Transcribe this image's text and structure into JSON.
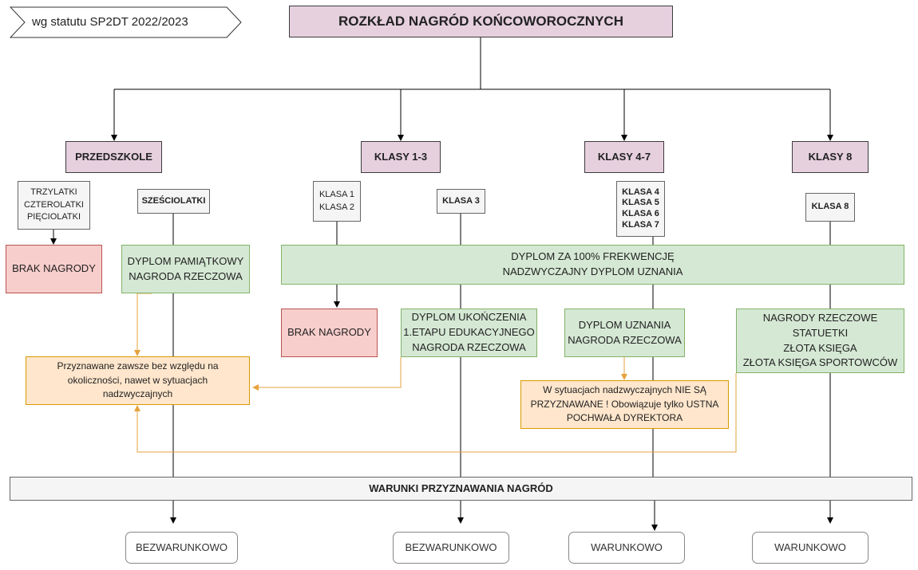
{
  "header": {
    "statute_label": "wg statutu SP2DT 2022/2023",
    "title": "ROZKŁAD NAGRÓD KOŃCOWOROCZNYCH"
  },
  "categories": {
    "preschool": "PRZEDSZKOLE",
    "grades_1_3": "KLASY 1-3",
    "grades_4_7": "KLASY 4-7",
    "grade_8": "KLASY 8"
  },
  "subgroups": {
    "young_preschool": "TRZYLATKI\nCZTEROLATKI\nPIĘCIOLATKI",
    "six_year_olds": "SZEŚCIOLATKI",
    "class_1_2": "KLASA 1\nKLASA 2",
    "class_3": "KLASA 3",
    "class_4_7": "KLASA 4\nKLASA 5\nKLASA 6\nKLASA 7",
    "class_8": "KLASA 8"
  },
  "awards": {
    "no_award_preschool": "BRAK NAGRODY",
    "souvenir": "DYPLOM PAMIĄTKOWY\nNAGRODA RZECZOWA",
    "attendance": "DYPLOM ZA 100% FREKWENCJĘ\nNADZWYCZAJNY DYPLOM UZNANIA",
    "no_award_1_2": "BRAK NAGRODY",
    "completion": "DYPLOM UKOŃCZENIA\n1.ETAPU EDUKACYJNEGO\nNAGRODA RZECZOWA",
    "recognition": "DYPLOM UZNANIA\nNAGRODA RZECZOWA",
    "grade8": "NAGRODY RZECZOWE\nSTATUETKI\nZŁOTA KSIĘGA\nZŁOTA KSIĘGA SPORTOWCÓW"
  },
  "notes": {
    "always": "Przyznawane zawsze bez względu na okoliczności, nawet w sytuacjach nadzwyczajnych",
    "not_awarded": "W sytuacjach nadzwyczajnych NIE SĄ PRZYZNAWANE ! Obowiązuje tylko USTNA POCHWAŁA DYREKTORA"
  },
  "conditions_bar": "WARUNKI PRZYZNAWANIA NAGRÓD",
  "outcomes": {
    "preschool": "BEZWARUNKOWO",
    "grades_1_3": "BEZWARUNKOWO",
    "grades_4_7": "WARUNKOWO",
    "grade_8": "WARUNKOWO"
  },
  "colors": {
    "purple": "#e6d0de",
    "green": "#d5e8d4",
    "red": "#f8cecc",
    "orange": "#ffe6cc",
    "orange_line": "#e6a23c",
    "grey": "#f5f5f5"
  }
}
